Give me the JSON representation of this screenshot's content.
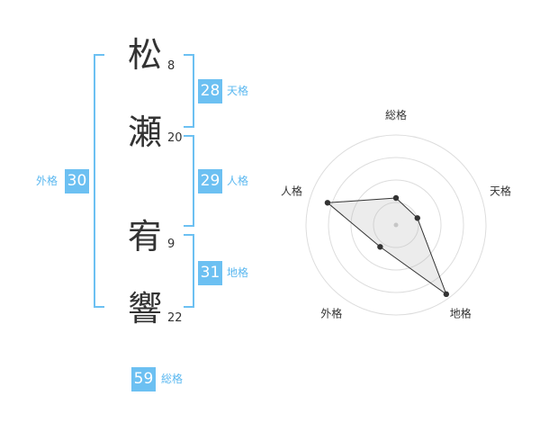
{
  "name": {
    "chars": [
      {
        "char": "松",
        "strokes": "8"
      },
      {
        "char": "瀬",
        "strokes": "20"
      },
      {
        "char": "宥",
        "strokes": "9"
      },
      {
        "char": "響",
        "strokes": "22"
      }
    ]
  },
  "kaku": {
    "tenkaku": {
      "value": "28",
      "label": "天格"
    },
    "jinkaku": {
      "value": "29",
      "label": "人格"
    },
    "chikaku": {
      "value": "31",
      "label": "地格"
    },
    "gaikaku": {
      "value": "30",
      "label": "外格"
    },
    "soukaku": {
      "value": "59",
      "label": "総格"
    }
  },
  "colors": {
    "accent": "#6cc0f2",
    "text": "#333333"
  },
  "chart_data": {
    "type": "radar",
    "axes": [
      "総格",
      "天格",
      "地格",
      "外格",
      "人格"
    ],
    "series": [
      {
        "values": [
          0.3,
          0.25,
          0.95,
          0.3,
          0.8
        ]
      }
    ],
    "rings": 4,
    "grid": true
  }
}
